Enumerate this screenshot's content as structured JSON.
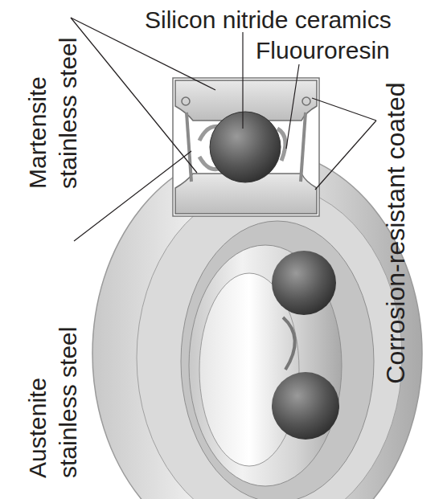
{
  "diagram": {
    "labels": [
      "Silicon nitride ceramics",
      "Fluouroresin",
      "Martensite stainless steel",
      "Corrosion-resistant coated",
      "Austenite stainless steel"
    ]
  }
}
